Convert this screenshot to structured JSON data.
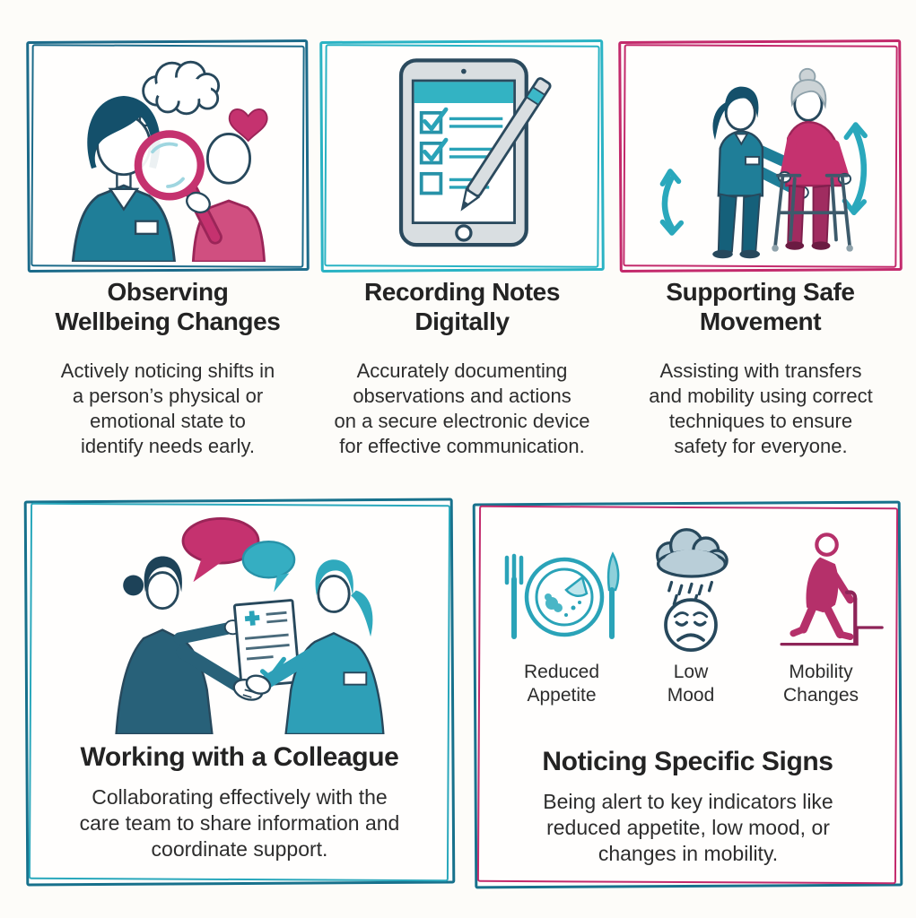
{
  "colors": {
    "frame_dark_teal": "#1c6b8a",
    "frame_cyan": "#2ab3c4",
    "frame_magenta": "#c32a6c",
    "teal_fill": "#1f7e98",
    "teal_light": "#2fa9bd",
    "navy_outline": "#27485c",
    "magenta_fill": "#c5326f",
    "pink_fill": "#d04f80",
    "grey_fill": "#d9dee1",
    "cloud_fill": "#b9ced8",
    "text": "#252525"
  },
  "panels": {
    "observing": {
      "title_lines": [
        "Observing",
        "Wellbeing Changes"
      ],
      "body_lines": [
        "Actively noticing shifts in",
        "a person’s physical or",
        "emotional state to",
        "identify needs early."
      ],
      "illustration": "nurse-magnifier-observation"
    },
    "recording": {
      "title_lines": [
        "Recording Notes",
        "Digitally"
      ],
      "body_lines": [
        "Accurately documenting",
        "observations and actions",
        "on a secure electronic device",
        "for effective communication."
      ],
      "illustration": "tablet-checklist-pencil"
    },
    "movement": {
      "title_lines": [
        "Supporting Safe",
        "Movement"
      ],
      "body_lines": [
        "Assisting with transfers",
        "and mobility using correct",
        "techniques to ensure",
        "safety for everyone."
      ],
      "illustration": "caregiver-walker-assist"
    },
    "colleague": {
      "title": "Working with a Colleague",
      "body_lines": [
        "Collaborating effectively with the",
        "care team to share information and",
        "coordinate support."
      ],
      "illustration": "handshake-document"
    },
    "signs": {
      "title": "Noticing Specific Signs",
      "body_lines": [
        "Being alert to key indicators like",
        "reduced appetite, low mood, or",
        "changes in mobility."
      ],
      "items": [
        {
          "label_lines": [
            "Reduced",
            "Appetite"
          ],
          "icon": "plate-cutlery-icon"
        },
        {
          "label_lines": [
            "Low",
            "Mood"
          ],
          "icon": "rain-cloud-sad-face-icon"
        },
        {
          "label_lines": [
            "Mobility",
            "Changes"
          ],
          "icon": "person-cane-steps-icon"
        }
      ]
    }
  }
}
